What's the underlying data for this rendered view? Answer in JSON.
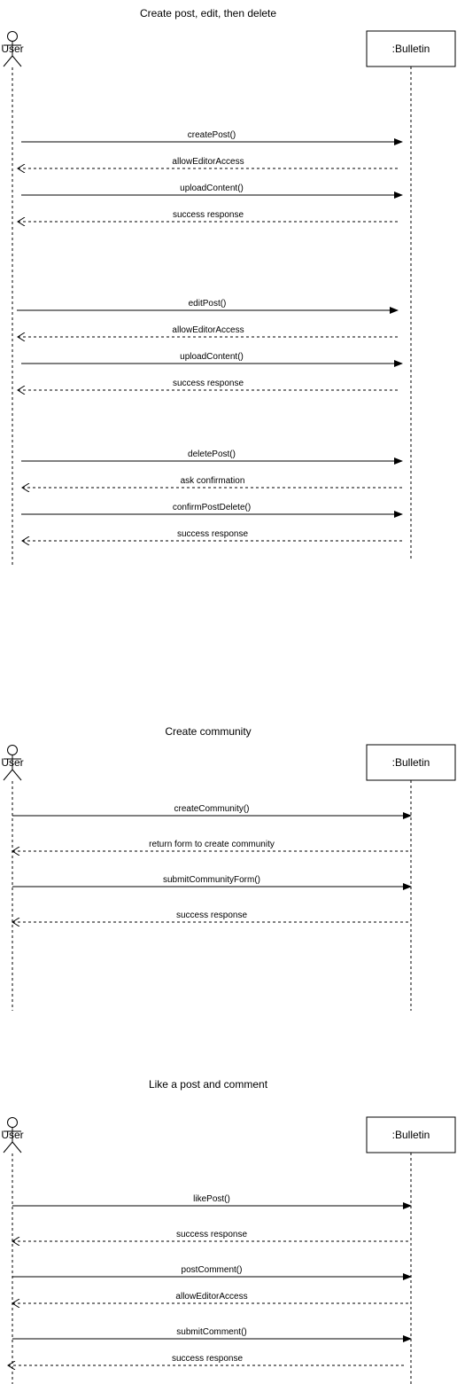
{
  "diagrams": [
    {
      "title": "Create post, edit, then delete",
      "actor": "User",
      "participant": ":Bulletin",
      "messages": [
        {
          "label": "createPost()",
          "kind": "call"
        },
        {
          "label": "allowEditorAccess",
          "kind": "return"
        },
        {
          "label": "uploadContent()",
          "kind": "call"
        },
        {
          "label": "success response",
          "kind": "return"
        },
        {
          "label": "editPost()",
          "kind": "call"
        },
        {
          "label": "allowEditorAccess",
          "kind": "return"
        },
        {
          "label": "uploadContent()",
          "kind": "call"
        },
        {
          "label": "success response",
          "kind": "return"
        },
        {
          "label": "deletePost()",
          "kind": "call"
        },
        {
          "label": "ask confirmation",
          "kind": "return"
        },
        {
          "label": "confirmPostDelete()",
          "kind": "call"
        },
        {
          "label": "success response",
          "kind": "return"
        }
      ]
    },
    {
      "title": "Create community",
      "actor": "User",
      "participant": ":Bulletin",
      "messages": [
        {
          "label": "createCommunity()",
          "kind": "call"
        },
        {
          "label": "return form to create community",
          "kind": "return"
        },
        {
          "label": "submitCommunityForm()",
          "kind": "call"
        },
        {
          "label": "success response",
          "kind": "return"
        }
      ]
    },
    {
      "title": "Like a post and comment",
      "actor": "User",
      "participant": ":Bulletin",
      "messages": [
        {
          "label": "likePost()",
          "kind": "call"
        },
        {
          "label": "success response",
          "kind": "return"
        },
        {
          "label": "postComment()",
          "kind": "call"
        },
        {
          "label": "allowEditorAccess",
          "kind": "return"
        },
        {
          "label": "submitComment()",
          "kind": "call"
        },
        {
          "label": "success response",
          "kind": "return"
        }
      ]
    }
  ]
}
